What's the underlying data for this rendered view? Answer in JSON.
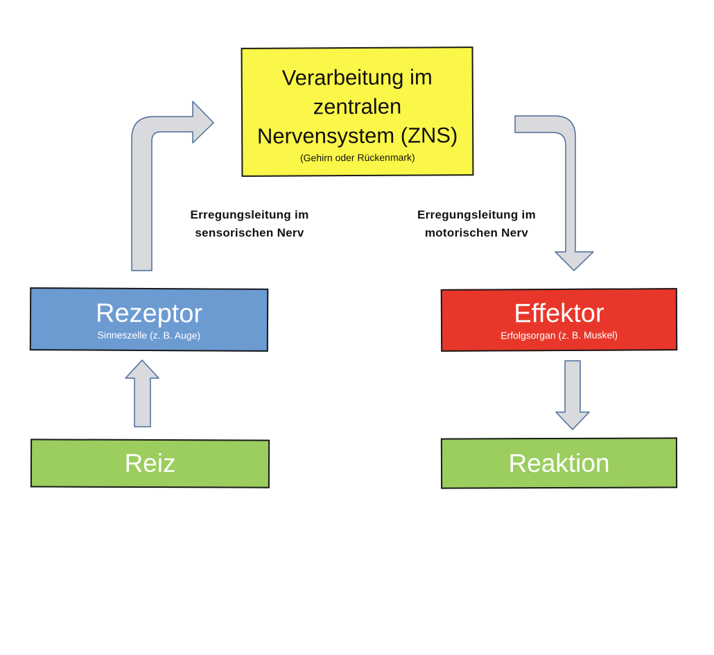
{
  "nodes": {
    "zns": {
      "title_line1": "Verarbeitung im",
      "title_line2": "zentralen",
      "title_line3": "Nervensystem (ZNS)",
      "subtitle": "(Gehirn oder Rückenmark)",
      "color": "#fbf749"
    },
    "rezeptor": {
      "title": "Rezeptor",
      "subtitle": "Sinneszelle (z. B. Auge)",
      "color": "#6c9bd2"
    },
    "effektor": {
      "title": "Effektor",
      "subtitle": "Erfolgsorgan (z. B. Muskel)",
      "color": "#e8372a"
    },
    "reiz": {
      "title": "Reiz",
      "color": "#9bcd5f"
    },
    "reaktion": {
      "title": "Reaktion",
      "color": "#9bcd5f"
    }
  },
  "edges": {
    "sensory": {
      "label_line1": "Erregungsleitung im",
      "label_line2": "sensorischen Nerv"
    },
    "motor": {
      "label_line1": "Erregungsleitung im",
      "label_line2": "motorischen Nerv"
    }
  },
  "arrow_style": {
    "fill": "#d9dadd",
    "stroke": "#4a6c99"
  }
}
